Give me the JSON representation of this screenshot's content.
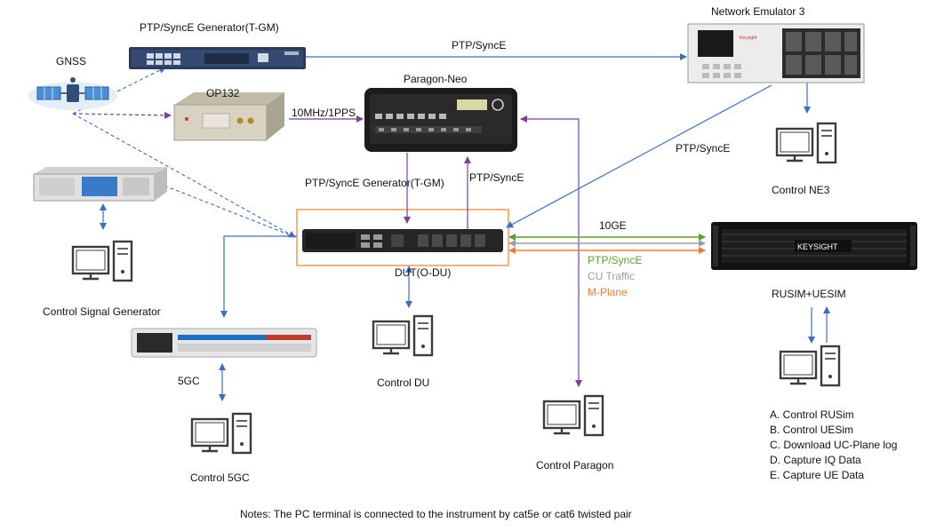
{
  "labels": {
    "gnss": "GNSS",
    "tgm": "PTP/SyncE Generator(T-GM)",
    "op132": "OP132",
    "paragon": "Paragon-Neo",
    "ne3": "Network Emulator  3",
    "ptp_top": "PTP/SyncE",
    "ref": "10MHz/1PPS",
    "ptp_gen_down": "PTP/SyncE Generator(T-GM)",
    "ptp_up": "PTP/SyncE",
    "ptp_ne": "PTP/SyncE",
    "control_ne3": "Control NE3",
    "tengig": "10GE",
    "dut": "DUT(O-DU)",
    "rusim": "RUSIM+UESIM",
    "control_sg": "Control Signal Generator",
    "control_du": "Control DU",
    "fivegc": "5GC",
    "control_5gc": "Control 5GC",
    "control_paragon": "Control Paragon"
  },
  "link_legend": [
    {
      "label": "PTP/SyncE",
      "color": "#5aa02c"
    },
    {
      "label": "CU Traffic",
      "color": "#9e9e9e"
    },
    {
      "label": "M-Plane",
      "color": "#ed7d31"
    }
  ],
  "tasks": [
    "A.  Control RUSim",
    "B.  Control UESim",
    "C.  Download UC-Plane log",
    "D.  Capture IQ Data",
    "E.  Capture UE Data"
  ],
  "devices": {
    "ne3_logo": "Keysight",
    "rusim_logo": "KEYSIGHT"
  },
  "notes": "Notes: The PC terminal is connected to the instrument by cat5e or cat6 twisted pair",
  "colors": {
    "link_blue": "#3a6fc4",
    "purple": "#7b3fa0",
    "dut_box": "#f5b37a"
  }
}
